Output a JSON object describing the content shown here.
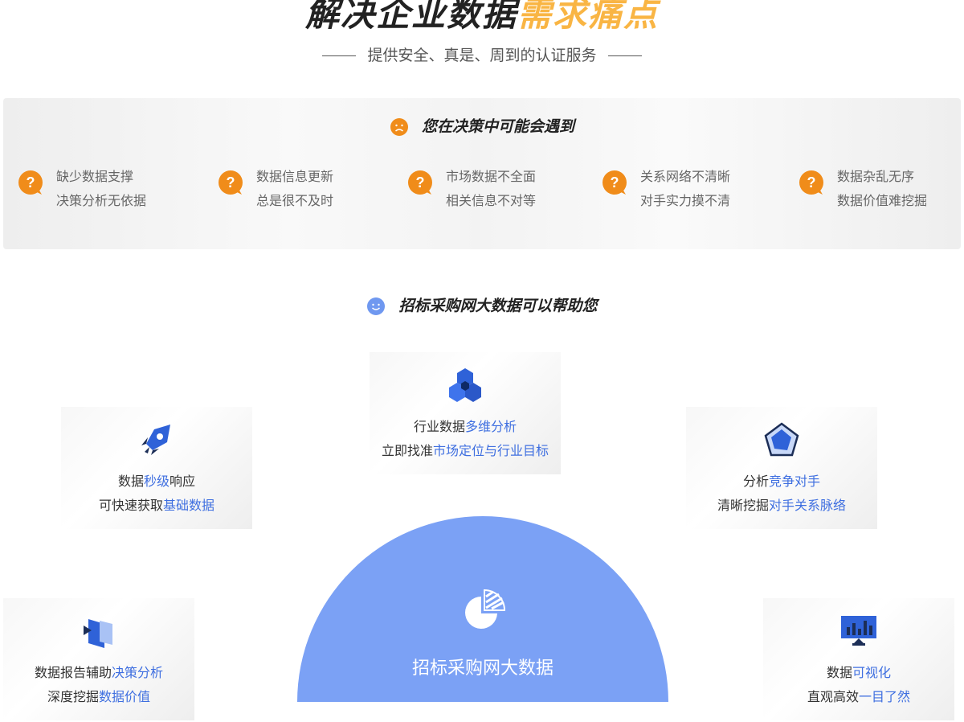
{
  "header": {
    "title_dark": "解决企业数据",
    "title_accent": "需求痛点",
    "subtitle": "提供安全、真是、周到的认证服务"
  },
  "pain": {
    "heading": "您在决策中可能会遇到",
    "items": [
      {
        "line1": "缺少数据支撑",
        "line2": "决策分析无依据"
      },
      {
        "line1": "数据信息更新",
        "line2": "总是很不及时"
      },
      {
        "line1": "市场数据不全面",
        "line2": "相关信息不对等"
      },
      {
        "line1": "关系网络不清晰",
        "line2": "对手实力摸不清"
      },
      {
        "line1": "数据杂乱无序",
        "line2": "数据价值难挖掘"
      }
    ]
  },
  "help": {
    "heading": "招标采购网大数据可以帮助您",
    "center_label": "招标采购网大数据",
    "cards": {
      "speed": {
        "a1": "数据",
        "h1": "秒级",
        "b1": "响应",
        "a2": "可快速获取",
        "h2": "基础数据",
        "b2": ""
      },
      "multi": {
        "a1": "行业数据",
        "h1": "多维分析",
        "b1": "",
        "a2": "立即找准",
        "h2": "市场定位与行业目标",
        "b2": ""
      },
      "compete": {
        "a1": "分析",
        "h1": "竞争对手",
        "b1": "",
        "a2": "清晰挖掘",
        "h2": "对手关系脉络",
        "b2": ""
      },
      "report": {
        "a1": "数据报告辅助",
        "h1": "决策分析",
        "b1": "",
        "a2": "深度挖掘",
        "h2": "数据价值",
        "b2": ""
      },
      "visual": {
        "a1": "数据",
        "h1": "可视化",
        "b1": "",
        "a2": "直观高效",
        "h2": "一目了然",
        "b2": ""
      }
    }
  },
  "colors": {
    "accent_orange": "#f9b544",
    "question_orange": "#f08c1a",
    "highlight_blue": "#3f6fe0",
    "dome_blue": "#7ba1f5"
  }
}
